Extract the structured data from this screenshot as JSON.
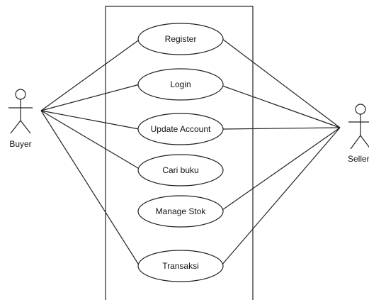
{
  "actors": [
    {
      "id": "buyer",
      "label": "Buyer"
    },
    {
      "id": "seller",
      "label": "Seller"
    }
  ],
  "use_cases": [
    {
      "id": "register",
      "label": "Register"
    },
    {
      "id": "login",
      "label": "Login"
    },
    {
      "id": "update-account",
      "label": "Update Account"
    },
    {
      "id": "cari-buku",
      "label": "Cari buku"
    },
    {
      "id": "manage-stok",
      "label": "Manage Stok"
    },
    {
      "id": "transaksi",
      "label": "Transaksi"
    }
  ],
  "associations": [
    {
      "actor": "buyer",
      "use_case": "register"
    },
    {
      "actor": "buyer",
      "use_case": "login"
    },
    {
      "actor": "buyer",
      "use_case": "update-account"
    },
    {
      "actor": "buyer",
      "use_case": "cari-buku"
    },
    {
      "actor": "buyer",
      "use_case": "transaksi"
    },
    {
      "actor": "seller",
      "use_case": "register"
    },
    {
      "actor": "seller",
      "use_case": "login"
    },
    {
      "actor": "seller",
      "use_case": "update-account"
    },
    {
      "actor": "seller",
      "use_case": "manage-stok"
    },
    {
      "actor": "seller",
      "use_case": "transaksi"
    }
  ]
}
